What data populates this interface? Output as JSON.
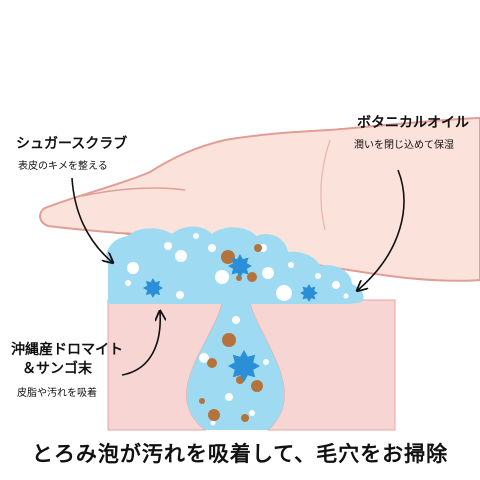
{
  "labels": {
    "sugar": {
      "title": "シュガースクラブ",
      "desc": "表皮のキメを整える"
    },
    "botanical": {
      "title": "ボタニカルオイル",
      "desc": "潤いを閉じ込めて保湿"
    },
    "okinawa": {
      "title_line1": "沖縄産ドロマイト",
      "title_line2": "＆サンゴ末",
      "desc": "皮脂や汚れを吸着"
    }
  },
  "caption": "とろみ泡が汚れを吸着して、毛穴をお掃除",
  "colors": {
    "skin": "#F6D5D3",
    "skin_outline": "#E8A5A0",
    "hand": "#FBE3DC",
    "hand_outline": "#E09E96",
    "foam": "#9EDBF3",
    "bubble": "#FFFFFF",
    "coral": "#2A8FD6",
    "dirt": "#B5723A"
  },
  "icons": [
    "hand",
    "foam-bubble",
    "coral-particle",
    "dirt-particle",
    "pore",
    "arrow"
  ]
}
